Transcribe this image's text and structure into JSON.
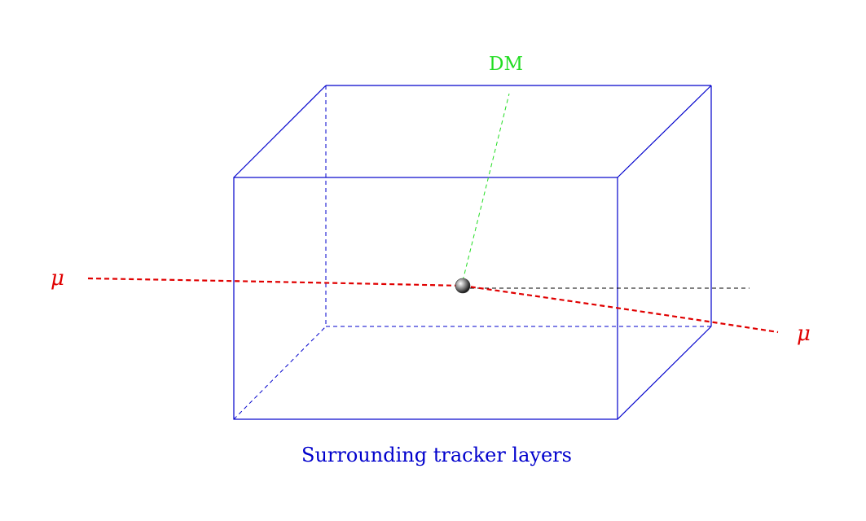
{
  "labels": {
    "dark_matter": "DM",
    "muon_incoming": "μ",
    "muon_outgoing": "μ",
    "caption": "Surrounding tracker layers"
  },
  "colors": {
    "box": "#0000cc",
    "muon": "#e00000",
    "dark_matter": "#22dd22",
    "reference_line": "#000000",
    "caption": "#0000cc",
    "vertex": "#555555"
  }
}
